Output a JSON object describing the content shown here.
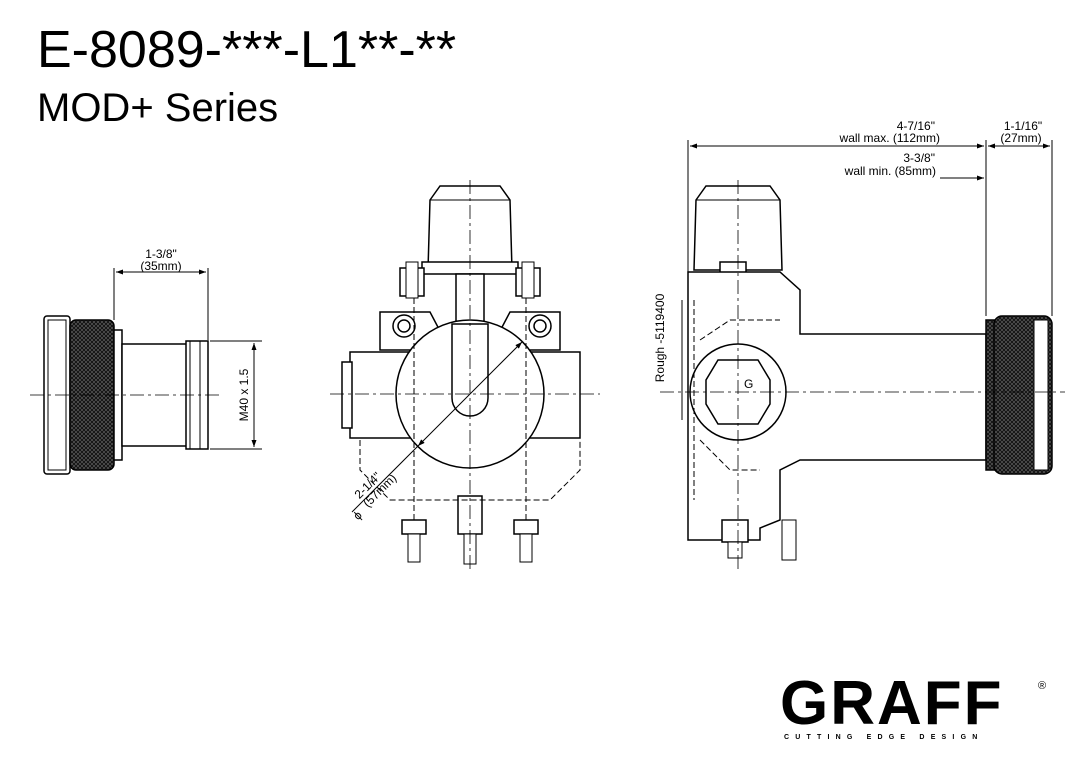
{
  "header": {
    "title": "E-8089-***-L1**-**",
    "subtitle": "MOD+ Series"
  },
  "left_view": {
    "width_imperial": "1-3/8\"",
    "width_metric": "(35mm)",
    "thread": "M40 x 1.5"
  },
  "front_view": {
    "diameter_symbol": "ϕ",
    "diameter_imperial": "2-1/4\"",
    "diameter_metric": "(57mm)"
  },
  "side_view": {
    "wall_max_imperial": "4-7/16\"",
    "wall_max_metric": "wall max. (112mm)",
    "wall_min_imperial": "3-3/8\"",
    "wall_min_metric": "wall min. (85mm)",
    "trim_imperial": "1-1/16\"",
    "trim_metric": "(27mm)",
    "rough_label": "Rough -5119400",
    "marking": "G"
  },
  "logo": {
    "word": "GRAFF",
    "registered": "®",
    "tagline": "CUTTING EDGE DESIGN"
  }
}
